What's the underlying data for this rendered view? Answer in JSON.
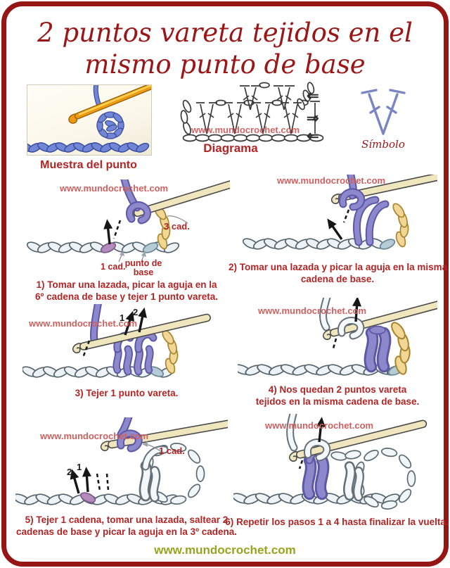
{
  "title": {
    "line1": "2 puntos vareta tejidos en el",
    "line2": "mismo punto de base"
  },
  "watermark": "www.mundocrochet.com",
  "footer": {
    "site": "www.mundocrochet.com"
  },
  "top_row": {
    "photo_caption": "Muestra del punto",
    "diagram_caption": "Diagrama",
    "symbol_caption": "Símbolo",
    "diagram_arrows": {
      "top": "⇐",
      "middle": "⇒",
      "bottom": "⇐"
    }
  },
  "steps": [
    {
      "line1": "1) Tomar una lazada, picar la aguja en la",
      "line2": "6º cadena de base y tejer 1 punto vareta.",
      "labels": {
        "three_ch": "3 cad.",
        "one_ch": "1 cad.",
        "base_stitch": "punto de base"
      }
    },
    {
      "line1": "2) Tomar una lazada y picar la aguja en la misma",
      "line2": "cadena de base."
    },
    {
      "line1": "3) Tejer 1 punto vareta.",
      "labels": {
        "n1": "1",
        "n2": "2"
      }
    },
    {
      "line1": "4) Nos quedan 2 puntos vareta",
      "line2": "tejidos en la misma cadena de base."
    },
    {
      "line1": "5) Tejer 1 cadena, tomar una lazada, saltear 2",
      "line2": "cadenas de base y picar la aguja en la 3º cadena.",
      "labels": {
        "one_ch": "1 cad.",
        "n1": "1",
        "n2": "2"
      }
    },
    {
      "line1": "6) Repetir los pasos 1 a 4 hasta finalizar la vuelta."
    }
  ],
  "colors": {
    "frame_red": "#961616",
    "title_red": "#9b1717",
    "caption_red": "#b32424",
    "watermark_red": "#d06060",
    "footer_olive": "#97a41f",
    "yarn_purple": "#8d88cc",
    "chain_yellow": "#f2d794",
    "hook_cream": "#efe6bd",
    "hook_orange": "#ef9a10",
    "photo_yarn_blue": "#7286d6",
    "base_chain_highlight_blue": "#b5ccd6",
    "insert_chain_highlight_mauve": "#b48bbd",
    "symbol_blue": "#7a85c5"
  }
}
